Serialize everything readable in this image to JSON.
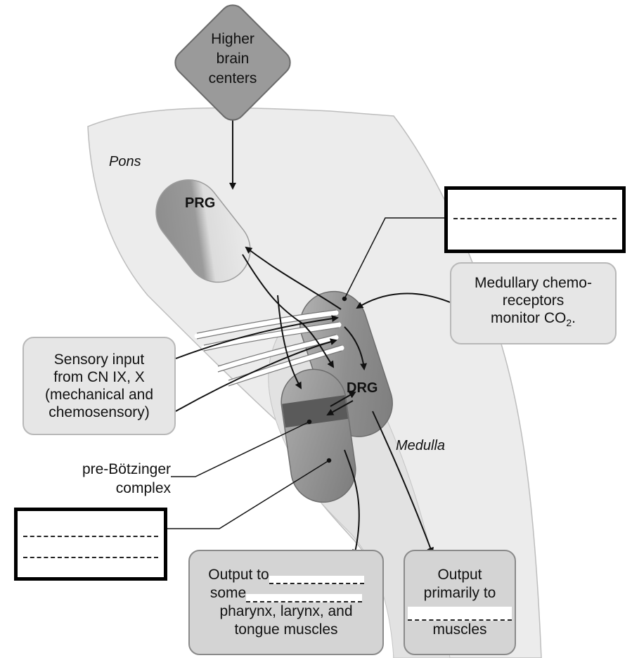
{
  "higher_brain": {
    "lines": [
      "Higher",
      "brain",
      "centers"
    ]
  },
  "pons_label": "Pons",
  "medulla_label": "Medulla",
  "prg_label": "PRG",
  "drg_label": "DRG",
  "chemo": {
    "line1": "Medullary chemo-",
    "line2": "receptors",
    "line3": "monitor CO",
    "sub": "2",
    "tail": "."
  },
  "sensory": {
    "lines": [
      "Sensory input",
      "from CN IX, X",
      "(mechanical and",
      "chemosensory)"
    ]
  },
  "prebotz": {
    "line1": "pre-Bötzinger",
    "line2": "complex"
  },
  "output_left": {
    "line1": "Output to",
    "line2": "some",
    "line3": "pharynx, larynx, and",
    "line4": "tongue muscles"
  },
  "output_right": {
    "line1": "Output",
    "line2": "primarily to",
    "line3": "muscles"
  },
  "colors": {
    "dark_fill": "#8e8e8e",
    "light_fill": "#d8d8d8",
    "band": "#5a5a5a",
    "arrow": "#111111"
  }
}
